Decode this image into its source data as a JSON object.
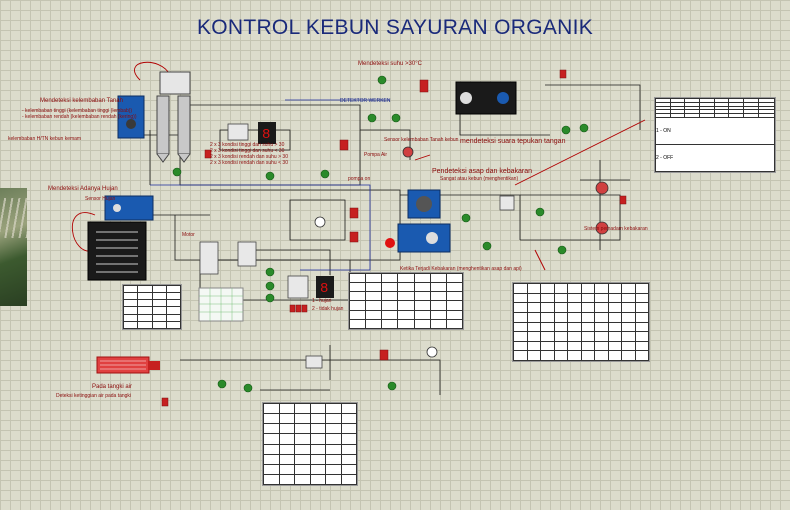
{
  "title": "KONTROL KEBUN SAYURAN ORGANIK",
  "labels": {
    "moisture_title": "Mendeteksi kelembaban Tanah",
    "moisture_line1": "- kelembaban tinggi (kelembaban tinggi (lembab))",
    "moisture_line2": "- kelembaban rendah (kelembaban rendah (kering))",
    "moisture_side": "kelembaban H/TN kebun kemam",
    "temp_title": "Mendeteksi suhu >30°C",
    "temp_side": "DETEKTOR WERKEN",
    "sound_title": "mendeteksi suara tepukan tangan",
    "pompa": "Pompa Air",
    "sensor_hint": "Sensor kelembaban Tanah kebun",
    "rain_title": "Mendeteksi Adanya Hujan",
    "rain_sub": "Sensor Hujan",
    "smoke_title": "Pendeteksi asap dan kebakaran",
    "smoke_sub": "Sangat atau kebun (menghentikan)",
    "alarm": "Sistem pemadam kebakaran",
    "counter_1": "1 - hujan",
    "counter_2": "2 - tidak hujan",
    "water_title": "Pada tangki air",
    "water_sub": "Deteksi ketinggian air pada tangki",
    "motor": "Motor",
    "temp_list_1": "2 x 3 kondisi tinggi dan suhu > 30",
    "temp_list_2": "2 x 3 kondisi tinggi dan suhu < 30",
    "temp_list_3": "2 x 3 kondisi rendah dan suhu > 30",
    "temp_list_4": "2 x 3 kondisi rendah dan suhu < 30",
    "pompa_on": "pompa on",
    "smoke_note": "Ketika Terjadi Kebakaran (menghentikan asap dan api)",
    "truth_row_1": "1 - ON",
    "truth_row_2": "2 - OFF"
  },
  "colors": {
    "wire": "#1a1a1a",
    "wire_red": "#b00000",
    "wire_blue": "#1a2a9a",
    "component_red": "#c62020",
    "component_green": "#2a8a2a",
    "display_red": "#e01010",
    "module_blue": "#1a5ab0"
  }
}
